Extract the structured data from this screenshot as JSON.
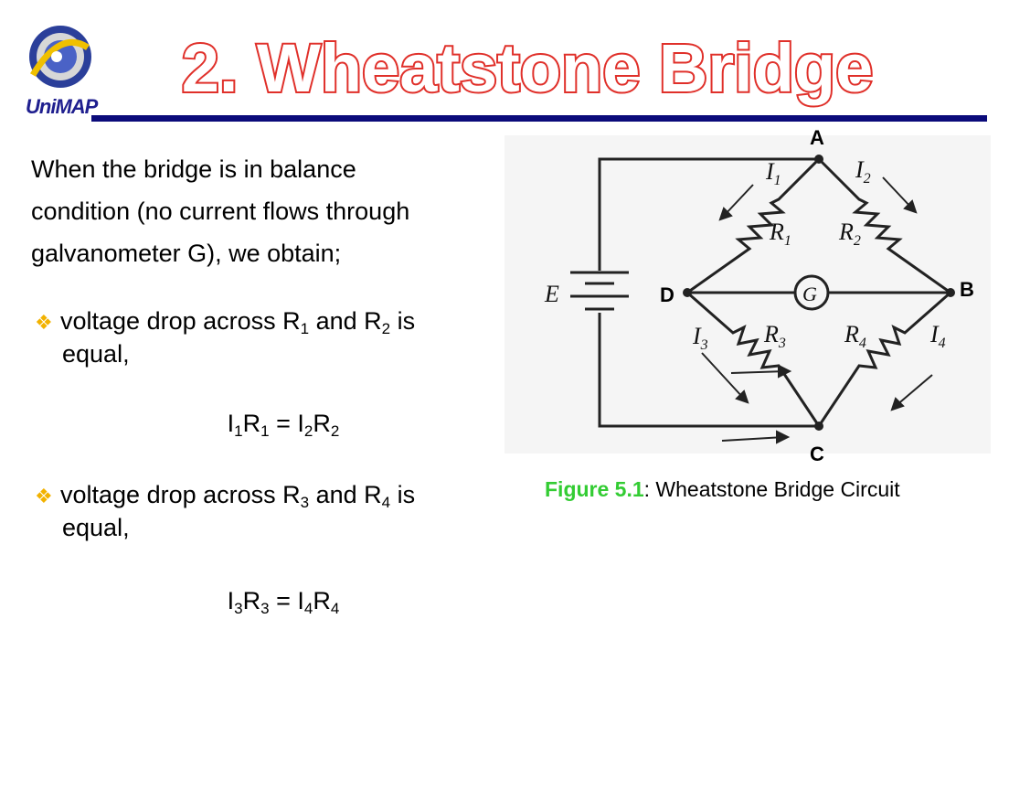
{
  "title": "2. Wheatstone Bridge",
  "logo": {
    "text": "UniMAP",
    "icon": "unimap-logo-icon"
  },
  "intro": {
    "line1": "When the bridge is in balance",
    "line2": "condition (no current flows through",
    "line3": "galvanometer  G), we obtain;"
  },
  "bullets": [
    {
      "before": "voltage drop across R",
      "sub1": "1",
      "mid": " and R",
      "sub2": "2",
      "after": " is",
      "cont": "equal,",
      "eq": {
        "a": "I",
        "s1": "1",
        "b": "R",
        "s2": "1",
        "c": " = I",
        "s3": "2",
        "d": "R",
        "s4": "2"
      }
    },
    {
      "before": "voltage drop across R",
      "sub1": "3",
      "mid": " and R",
      "sub2": "4",
      "after": " is",
      "cont": "equal,",
      "eq": {
        "a": "I",
        "s1": "3",
        "b": "R",
        "s2": "3",
        "c": " = I",
        "s3": "4",
        "d": "R",
        "s4": "4"
      }
    }
  ],
  "circuit": {
    "nodes": {
      "A": "A",
      "B": "B",
      "C": "C",
      "D": "D"
    },
    "labels": {
      "E": "E",
      "G": "G",
      "I1": "I",
      "I2": "I",
      "I3": "I",
      "I4": "I",
      "R1": "R",
      "R2": "R",
      "R3": "R",
      "R4": "R",
      "s1": "1",
      "s2": "2",
      "s3": "3",
      "s4": "4"
    }
  },
  "caption": {
    "fig": "Figure 5.1",
    "text": ": Wheatstone Bridge Circuit"
  },
  "colors": {
    "title_fill": "#ffffff",
    "title_stroke": "#e0302a",
    "rule": "#0b0b7a",
    "bullet": "#f2b200",
    "figure_label": "#33cc33"
  }
}
